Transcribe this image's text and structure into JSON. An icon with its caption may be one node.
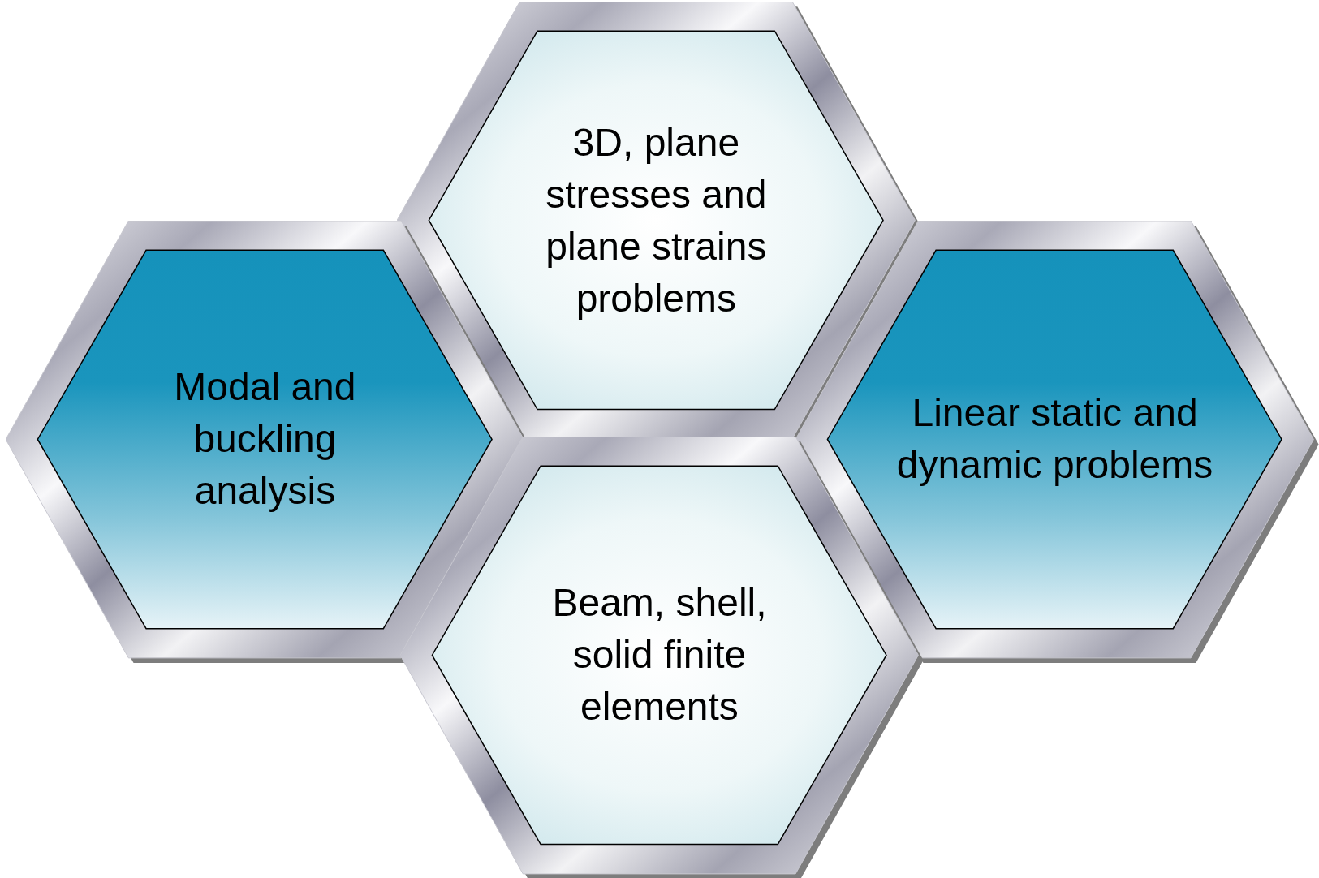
{
  "diagram": {
    "nodes": [
      {
        "text": [
          "3D, plane stresses and plane strains problems"
        ]
      },
      {
        "text": [
          "Modal and buckling analysis"
        ]
      },
      {
        "text": [
          "Linear static and dynamic problems"
        ]
      },
      {
        "text": [
          "Beam, shell, solid finite elements"
        ]
      }
    ]
  }
}
